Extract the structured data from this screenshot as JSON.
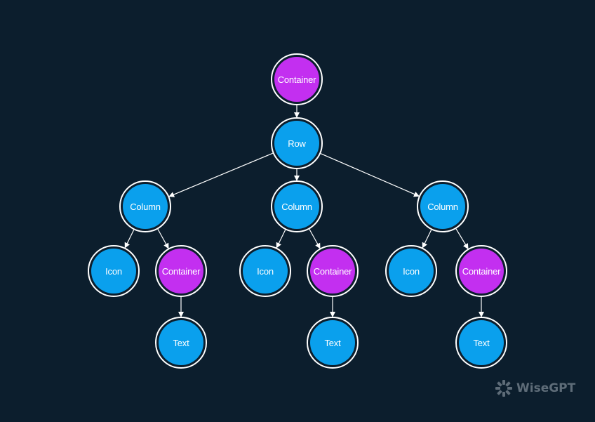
{
  "colors": {
    "background": "#0c1e2d",
    "container": "#c32ff0",
    "widget": "#0aa0ed",
    "edge": "#ffffff"
  },
  "nodes": [
    {
      "id": "root-container",
      "label": "Container",
      "kind": "container"
    },
    {
      "id": "row",
      "label": "Row",
      "kind": "widget"
    },
    {
      "id": "column-1",
      "label": "Column",
      "kind": "widget"
    },
    {
      "id": "column-2",
      "label": "Column",
      "kind": "widget"
    },
    {
      "id": "column-3",
      "label": "Column",
      "kind": "widget"
    },
    {
      "id": "icon-1",
      "label": "Icon",
      "kind": "widget"
    },
    {
      "id": "container-1",
      "label": "Container",
      "kind": "container"
    },
    {
      "id": "icon-2",
      "label": "Icon",
      "kind": "widget"
    },
    {
      "id": "container-2",
      "label": "Container",
      "kind": "container"
    },
    {
      "id": "icon-3",
      "label": "Icon",
      "kind": "widget"
    },
    {
      "id": "container-3",
      "label": "Container",
      "kind": "container"
    },
    {
      "id": "text-1",
      "label": "Text",
      "kind": "widget"
    },
    {
      "id": "text-2",
      "label": "Text",
      "kind": "widget"
    },
    {
      "id": "text-3",
      "label": "Text",
      "kind": "widget"
    }
  ],
  "edges": [
    [
      "root-container",
      "row"
    ],
    [
      "row",
      "column-1"
    ],
    [
      "row",
      "column-2"
    ],
    [
      "row",
      "column-3"
    ],
    [
      "column-1",
      "icon-1"
    ],
    [
      "column-1",
      "container-1"
    ],
    [
      "column-2",
      "icon-2"
    ],
    [
      "column-2",
      "container-2"
    ],
    [
      "column-3",
      "icon-3"
    ],
    [
      "column-3",
      "container-3"
    ],
    [
      "container-1",
      "text-1"
    ],
    [
      "container-2",
      "text-2"
    ],
    [
      "container-3",
      "text-3"
    ]
  ],
  "watermark": {
    "text": "WiseGPT",
    "icon": "wisegpt-logo-icon"
  }
}
